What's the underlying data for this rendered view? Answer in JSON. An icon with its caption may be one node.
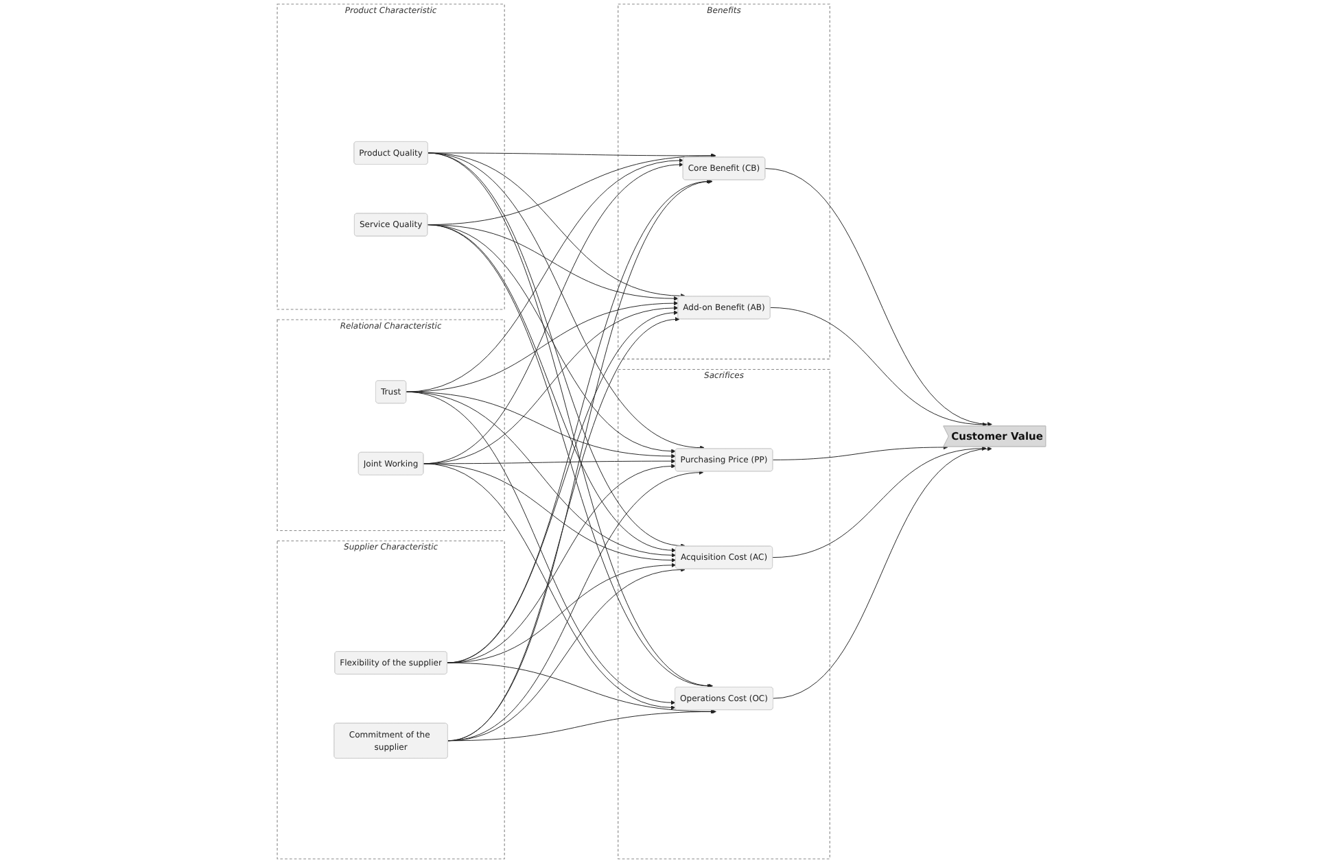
{
  "diagram": {
    "nodes": [
      {
        "text": [
          "Product Characteristic"
        ]
      },
      {
        "text": [
          "Product Quality"
        ],
        "in": 0
      },
      {
        "text": [
          "Service Quality"
        ],
        "in": 0
      },
      {
        "text": [
          "Relational Characteristic"
        ]
      },
      {
        "text": [
          "Trust"
        ],
        "in": 3
      },
      {
        "text": [
          "Joint Working"
        ],
        "in": 3
      },
      {
        "text": [
          "Supplier Characteristic"
        ]
      },
      {
        "text": [
          "Flexibility of the supplier"
        ],
        "in": 6
      },
      {
        "text": [
          "Commitment of the supplier"
        ],
        "in": 6
      },
      {
        "text": [
          "Benefits"
        ]
      },
      {
        "text": [
          "Core Benefit (CB)"
        ],
        "in": 9
      },
      {
        "text": [
          "Add-on Benefit (AB)"
        ],
        "in": 9
      },
      {
        "text": [
          "Sacrifices"
        ]
      },
      {
        "text": [
          "Purchasing Price (PP)"
        ],
        "in": 12
      },
      {
        "text": [
          "Acquisition Cost (AC)"
        ],
        "in": 12
      },
      {
        "text": [
          "Operations Cost (OC)"
        ],
        "in": 12
      },
      {
        "text": [
          "Customer Value"
        ]
      }
    ],
    "edges": [
      {
        "from": 1,
        "to": 10,
        "arrow": "to"
      },
      {
        "from": 1,
        "to": 11,
        "arrow": "to"
      },
      {
        "from": 1,
        "to": 13,
        "arrow": "to"
      },
      {
        "from": 1,
        "to": 14,
        "arrow": "to"
      },
      {
        "from": 1,
        "to": 15,
        "arrow": "to"
      },
      {
        "from": 2,
        "to": 10,
        "arrow": "to"
      },
      {
        "from": 2,
        "to": 11,
        "arrow": "to"
      },
      {
        "from": 2,
        "to": 13,
        "arrow": "to"
      },
      {
        "from": 2,
        "to": 14,
        "arrow": "to"
      },
      {
        "from": 2,
        "to": 15,
        "arrow": "to"
      },
      {
        "from": 4,
        "to": 10,
        "arrow": "to"
      },
      {
        "from": 4,
        "to": 11,
        "arrow": "to"
      },
      {
        "from": 4,
        "to": 13,
        "arrow": "to"
      },
      {
        "from": 4,
        "to": 14,
        "arrow": "to"
      },
      {
        "from": 4,
        "to": 15,
        "arrow": "to"
      },
      {
        "from": 5,
        "to": 10,
        "arrow": "to"
      },
      {
        "from": 5,
        "to": 11,
        "arrow": "to"
      },
      {
        "from": 5,
        "to": 13,
        "arrow": "to"
      },
      {
        "from": 5,
        "to": 14,
        "arrow": "to"
      },
      {
        "from": 5,
        "to": 15,
        "arrow": "to"
      },
      {
        "from": 7,
        "to": 10,
        "arrow": "to"
      },
      {
        "from": 7,
        "to": 11,
        "arrow": "to"
      },
      {
        "from": 7,
        "to": 13,
        "arrow": "to"
      },
      {
        "from": 7,
        "to": 14,
        "arrow": "to"
      },
      {
        "from": 7,
        "to": 15,
        "arrow": "to"
      },
      {
        "from": 8,
        "to": 10,
        "arrow": "to"
      },
      {
        "from": 8,
        "to": 11,
        "arrow": "to"
      },
      {
        "from": 8,
        "to": 13,
        "arrow": "to"
      },
      {
        "from": 8,
        "to": 14,
        "arrow": "to"
      },
      {
        "from": 8,
        "to": 15,
        "arrow": "to"
      },
      {
        "from": 10,
        "to": 16,
        "arrow": "to"
      },
      {
        "from": 11,
        "to": 16,
        "arrow": "to"
      },
      {
        "from": 13,
        "to": 16,
        "arrow": "to"
      },
      {
        "from": 14,
        "to": 16,
        "arrow": "to"
      },
      {
        "from": 15,
        "to": 16,
        "arrow": "to"
      }
    ]
  }
}
